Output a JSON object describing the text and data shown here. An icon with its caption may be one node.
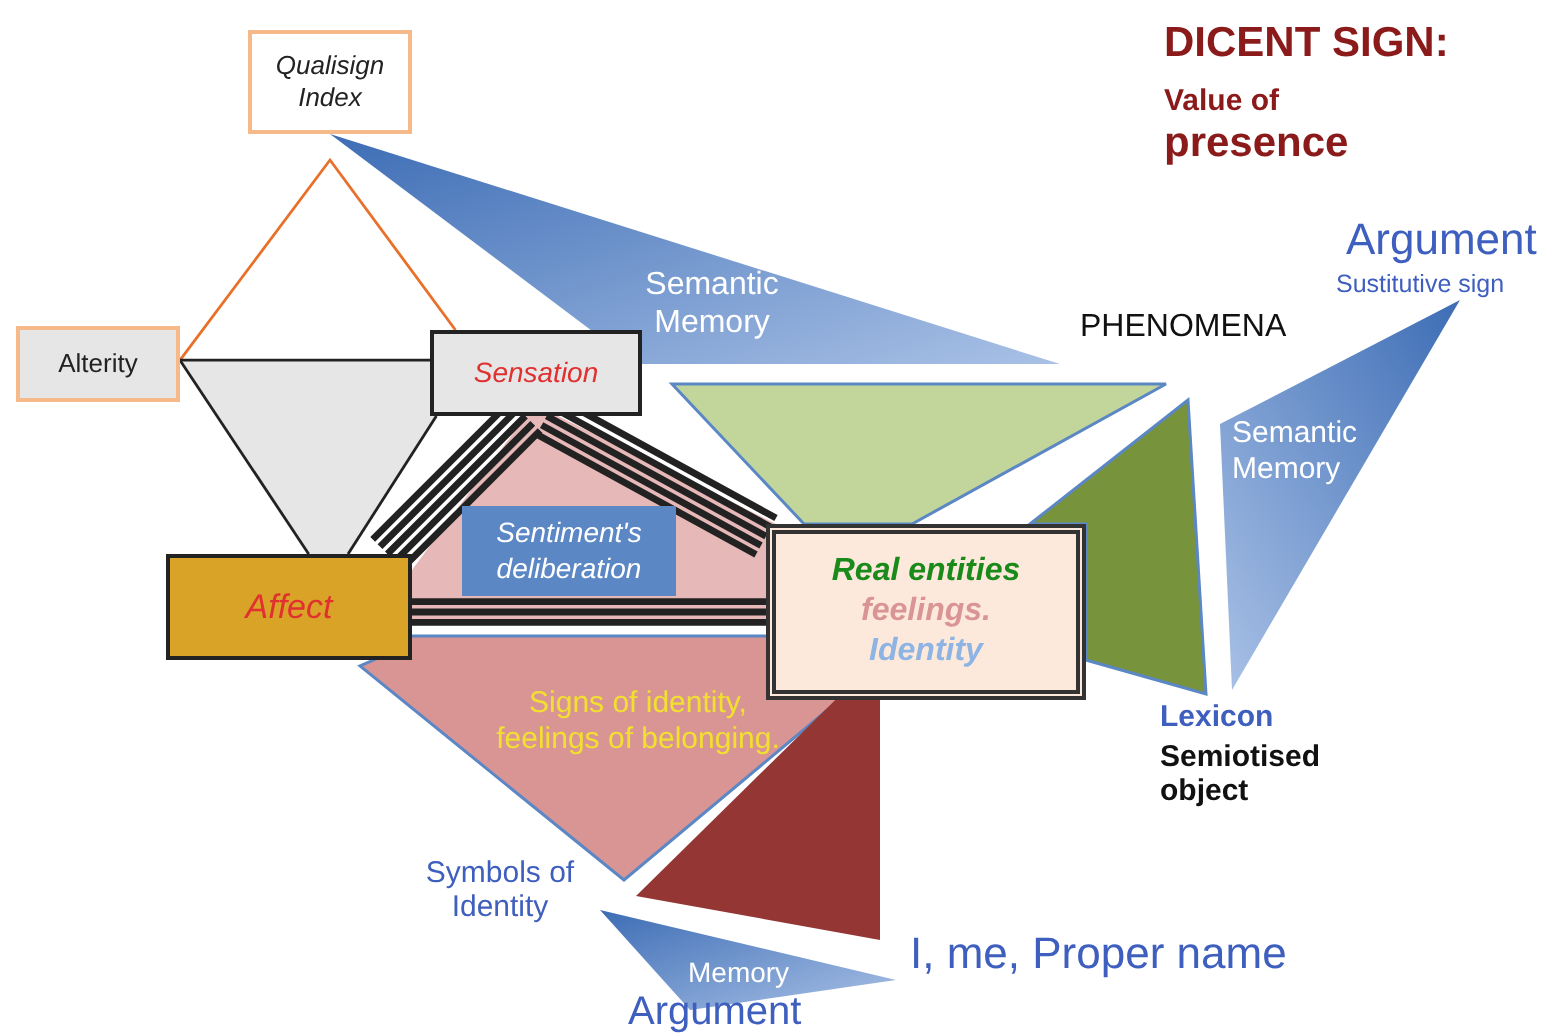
{
  "diagram": {
    "nodes": [
      {
        "text": [
          "Qualisign Index"
        ]
      },
      {
        "text": [
          "Alterity"
        ]
      },
      {
        "text": [
          "Sensation"
        ]
      },
      {
        "text": [
          "Affect"
        ]
      },
      {
        "text": [
          "Sentiment's deliberation"
        ]
      },
      {
        "text": [
          "Real entities",
          "feelings.",
          "Identity"
        ]
      },
      {
        "text": [
          "Semantic Memory"
        ]
      },
      {
        "text": [
          "Semantic Memory"
        ]
      },
      {
        "text": [
          "Signs of identity, feelings of belonging."
        ]
      },
      {
        "text": [
          "Memory"
        ]
      },
      {
        "text": [],
        "shape": "triangle"
      },
      {
        "text": [],
        "shape": "triangle"
      },
      {
        "text": [],
        "shape": "triangle"
      }
    ],
    "edges": [
      {
        "from": 1,
        "to": 2,
        "arrow": "none",
        "color": "#e8702a"
      },
      {
        "from": 1,
        "to": 2,
        "arrow": "none"
      },
      {
        "from": 1,
        "to": 3,
        "arrow": "none"
      },
      {
        "from": 2,
        "to": 3,
        "arrow": "none"
      },
      {
        "from": 2,
        "to": 3,
        "arrow": "none",
        "style": "thick"
      },
      {
        "from": 2,
        "to": 5,
        "arrow": "none",
        "style": "thick"
      },
      {
        "from": 3,
        "to": 5,
        "arrow": "none",
        "style": "thick"
      }
    ],
    "labels": [
      "DICENT SIGN:",
      "Value of",
      "presence",
      "Argument",
      "Sustitutive sign",
      "PHENOMENA",
      "Lexicon",
      "Semiotised object",
      "Symbols of Identity",
      "I, me, Proper name",
      "Argument"
    ]
  }
}
